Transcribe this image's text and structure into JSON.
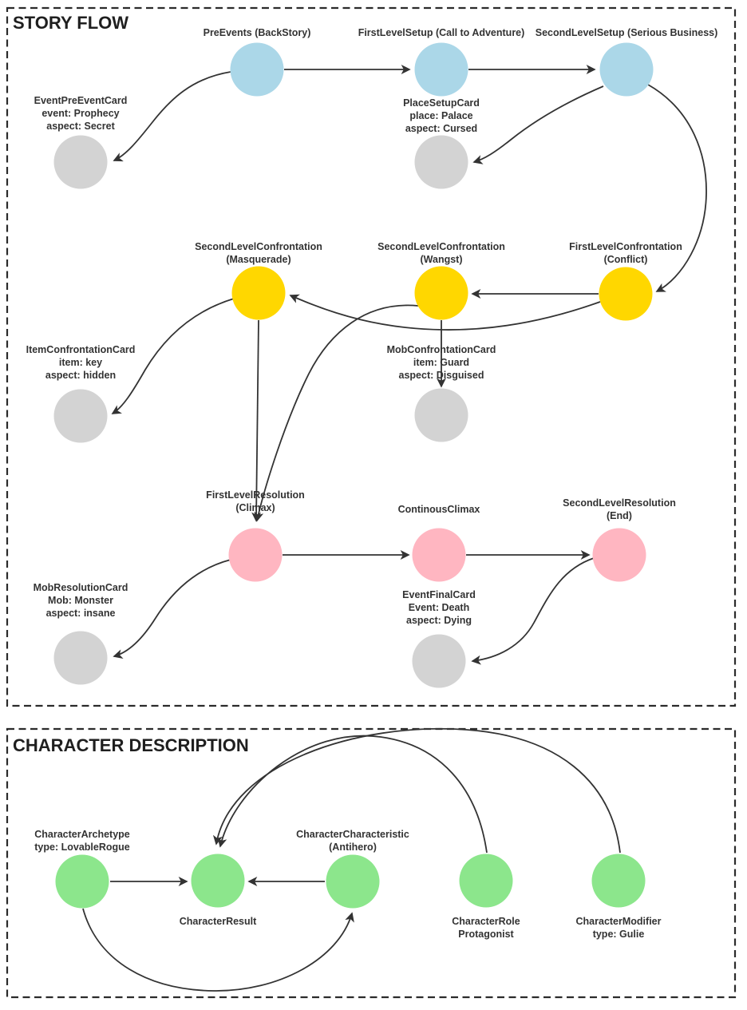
{
  "sections": {
    "story_flow": {
      "title": "STORY FLOW"
    },
    "character_description": {
      "title": "CHARACTER DESCRIPTION"
    }
  },
  "colors": {
    "setup_node": "#ABD7E8",
    "confrontation_node": "#FFD700",
    "resolution_node": "#FFB6C1",
    "card_node": "#D3D3D3",
    "character_node": "#8CE68C",
    "edge": "#333333",
    "border": "#2b2b2b",
    "label_text": "#333333"
  },
  "nodes": {
    "pre_events": {
      "lines": [
        "PreEvents (BackStory)"
      ]
    },
    "first_level_setup": {
      "lines": [
        "FirstLevelSetup (Call to Adventure)"
      ]
    },
    "second_level_setup": {
      "lines": [
        "SecondLevelSetup (Serious Business)"
      ]
    },
    "event_pre_event_card": {
      "lines": [
        "EventPreEventCard",
        "event: Prophecy",
        "aspect: Secret"
      ]
    },
    "place_setup_card": {
      "lines": [
        "PlaceSetupCard",
        "place: Palace",
        "aspect: Cursed"
      ]
    },
    "second_level_confrontation_masquerade": {
      "lines": [
        "SecondLevelConfrontation",
        "(Masquerade)"
      ]
    },
    "second_level_confrontation_wangst": {
      "lines": [
        "SecondLevelConfrontation",
        "(Wangst)"
      ]
    },
    "first_level_confrontation": {
      "lines": [
        "FirstLevelConfrontation",
        "(Conflict)"
      ]
    },
    "item_confrontation_card": {
      "lines": [
        "ItemConfrontationCard",
        "item: key",
        "aspect: hidden"
      ]
    },
    "mob_confrontation_card": {
      "lines": [
        "MobConfrontationCard",
        "item: Guard",
        "aspect: Disguised"
      ]
    },
    "first_level_resolution": {
      "lines": [
        "FirstLevelResolution",
        "(Climax)"
      ]
    },
    "continous_climax": {
      "lines": [
        "ContinousClimax"
      ]
    },
    "second_level_resolution": {
      "lines": [
        "SecondLevelResolution",
        "(End)"
      ]
    },
    "mob_resolution_card": {
      "lines": [
        "MobResolutionCard",
        "Mob: Monster",
        "aspect: insane"
      ]
    },
    "event_final_card": {
      "lines": [
        "EventFinalCard",
        "Event: Death",
        "aspect: Dying"
      ]
    },
    "character_archetype": {
      "lines": [
        "CharacterArchetype",
        "type: LovableRogue"
      ]
    },
    "character_result": {
      "lines": [
        "CharacterResult"
      ]
    },
    "character_characteristic": {
      "lines": [
        "CharacterCharacteristic",
        "(Antihero)"
      ]
    },
    "character_role": {
      "lines": [
        "CharacterRole",
        "Protagonist"
      ]
    },
    "character_modifier": {
      "lines": [
        "CharacterModifier",
        "type: Gulie"
      ]
    }
  },
  "edges": [
    {
      "from": "pre_events",
      "to": "first_level_setup"
    },
    {
      "from": "first_level_setup",
      "to": "second_level_setup"
    },
    {
      "from": "pre_events",
      "to": "event_pre_event_card"
    },
    {
      "from": "second_level_setup",
      "to": "place_setup_card"
    },
    {
      "from": "second_level_setup",
      "to": "first_level_confrontation"
    },
    {
      "from": "first_level_confrontation",
      "to": "second_level_confrontation_wangst"
    },
    {
      "from": "first_level_confrontation",
      "to": "second_level_confrontation_masquerade"
    },
    {
      "from": "second_level_confrontation_wangst",
      "to": "mob_confrontation_card"
    },
    {
      "from": "second_level_confrontation_wangst",
      "to": "first_level_resolution"
    },
    {
      "from": "second_level_confrontation_masquerade",
      "to": "first_level_resolution"
    },
    {
      "from": "second_level_confrontation_masquerade",
      "to": "item_confrontation_card"
    },
    {
      "from": "first_level_resolution",
      "to": "continous_climax"
    },
    {
      "from": "continous_climax",
      "to": "second_level_resolution"
    },
    {
      "from": "first_level_resolution",
      "to": "mob_resolution_card"
    },
    {
      "from": "second_level_resolution",
      "to": "event_final_card"
    },
    {
      "from": "character_archetype",
      "to": "character_result"
    },
    {
      "from": "character_characteristic",
      "to": "character_result"
    },
    {
      "from": "character_role",
      "to": "character_result"
    },
    {
      "from": "character_modifier",
      "to": "character_result"
    },
    {
      "from": "character_archetype",
      "to": "character_characteristic"
    }
  ]
}
